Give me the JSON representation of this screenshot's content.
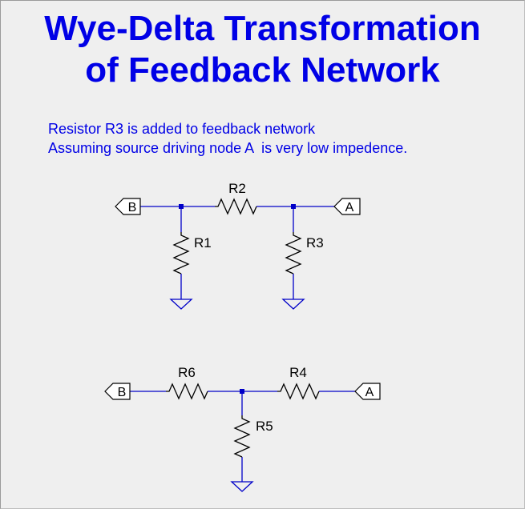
{
  "title": {
    "line1": "Wye-Delta Transformation",
    "line2": "of Feedback Network"
  },
  "notes": {
    "line1": "Resistor R3 is added to feedback network",
    "line2": "Assuming source driving node A  is very low impedence."
  },
  "circuit1": {
    "port_left": "B",
    "port_right": "A",
    "r_top": "R2",
    "r_left": "R1",
    "r_right": "R3"
  },
  "circuit2": {
    "port_left": "B",
    "port_right": "A",
    "r_left": "R6",
    "r_right": "R4",
    "r_mid": "R5"
  },
  "colors": {
    "title": "#0000e6",
    "wire": "#0000c8",
    "component": "#000000",
    "background": "#efefef"
  }
}
